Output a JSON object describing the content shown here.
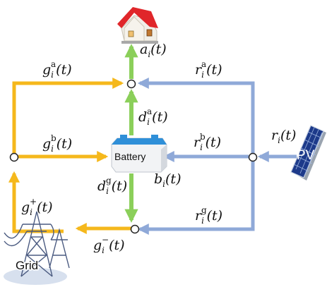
{
  "nodes": {
    "battery": {
      "label": "Battery"
    },
    "pv": {
      "label": "PV"
    },
    "grid": {
      "label": "Grid"
    }
  },
  "flows": {
    "a": {
      "base": "a",
      "sub": "i",
      "sup": "",
      "arg": "(t)"
    },
    "ga": {
      "base": "g",
      "sub": "i",
      "sup": "a",
      "arg": "(t)"
    },
    "gb": {
      "base": "g",
      "sub": "i",
      "sup": "b",
      "arg": "(t)"
    },
    "gp": {
      "base": "g",
      "sub": "i",
      "sup": "+",
      "arg": "(t)"
    },
    "gm": {
      "base": "g",
      "sub": "i",
      "sup": "−",
      "arg": "(t)"
    },
    "ra": {
      "base": "r",
      "sub": "i",
      "sup": "a",
      "arg": "(t)"
    },
    "rb": {
      "base": "r",
      "sub": "i",
      "sup": "b",
      "arg": "(t)"
    },
    "rg": {
      "base": "r",
      "sub": "i",
      "sup": "g",
      "arg": "(t)"
    },
    "r": {
      "base": "r",
      "sub": "i",
      "sup": "",
      "arg": "(t)"
    },
    "da": {
      "base": "d",
      "sub": "i",
      "sup": "a",
      "arg": "(t)"
    },
    "dg": {
      "base": "d",
      "sub": "i",
      "sup": "g",
      "arg": "(t)"
    },
    "b": {
      "base": "b",
      "sub": "i",
      "sup": "",
      "arg": "(t)"
    }
  },
  "colors": {
    "grid_flow": "#f5b81c",
    "pv_flow": "#8fa9d8",
    "battery_flow": "#8bcf5a"
  }
}
